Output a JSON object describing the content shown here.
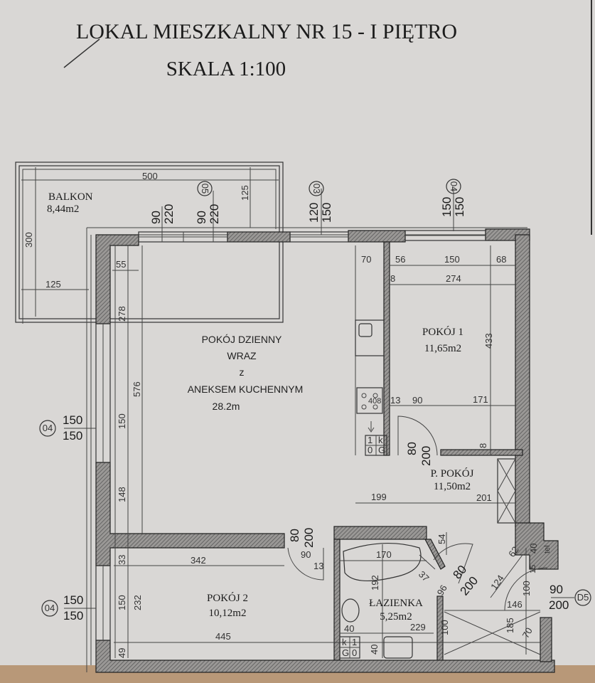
{
  "header": {
    "title": "LOKAL MIESZKALNY NR 15 - I PIĘTRO",
    "scale": "SKALA 1:100"
  },
  "rooms": {
    "balkon": {
      "name": "BALKON",
      "area": "8,44m2"
    },
    "living": {
      "line1": "POKÓJ DZIENNY",
      "line2": "WRAZ",
      "line3": "z",
      "line4": "ANEKSEM KUCHENNYM",
      "area": "28.2m"
    },
    "pokoj1": {
      "name": "POKÓJ 1",
      "area": "11,65m2"
    },
    "przedpokoj": {
      "name": "P. POKÓJ",
      "area": "11,50m2"
    },
    "pokoj2": {
      "name": "POKÓJ 2",
      "area": "10,12m2"
    },
    "lazienka": {
      "name": "ŁAZIENKA",
      "area": "5,25m2"
    }
  },
  "window_tags": [
    "05",
    "03",
    "04",
    "04",
    "04",
    "D5"
  ],
  "openings": {
    "balcony_door_1": [
      "90",
      "220"
    ],
    "balcony_door_2": [
      "90",
      "220"
    ],
    "window_03": [
      "120",
      "150"
    ],
    "window_04_top": [
      "150",
      "150"
    ],
    "window_04_left_1": [
      "150",
      "150"
    ],
    "window_04_left_2": [
      "150",
      "150"
    ],
    "entry_door_d5": [
      "90",
      "200"
    ],
    "door_pokoj1": [
      "80",
      "200"
    ],
    "door_pokoj2": [
      "80",
      "200"
    ],
    "door_lazienka": [
      "80",
      "200"
    ]
  },
  "dims": [
    "500",
    "125",
    "300",
    "125",
    "55",
    "278",
    "576",
    "150",
    "148",
    "70",
    "56",
    "150",
    "68",
    "8",
    "274",
    "433",
    "408",
    "13",
    "90",
    "171",
    "8",
    "199",
    "201",
    "90",
    "13",
    "33",
    "342",
    "150",
    "232",
    "445",
    "49",
    "170",
    "37",
    "192",
    "96",
    "229",
    "100",
    "40",
    "40",
    "54",
    "124",
    "62",
    "40",
    "tel",
    "15",
    "100",
    "146",
    "185",
    "70"
  ],
  "kitchen_box": [
    "1",
    "k",
    "0",
    "G"
  ],
  "bath_box": [
    "k",
    "1",
    "G",
    "0"
  ]
}
